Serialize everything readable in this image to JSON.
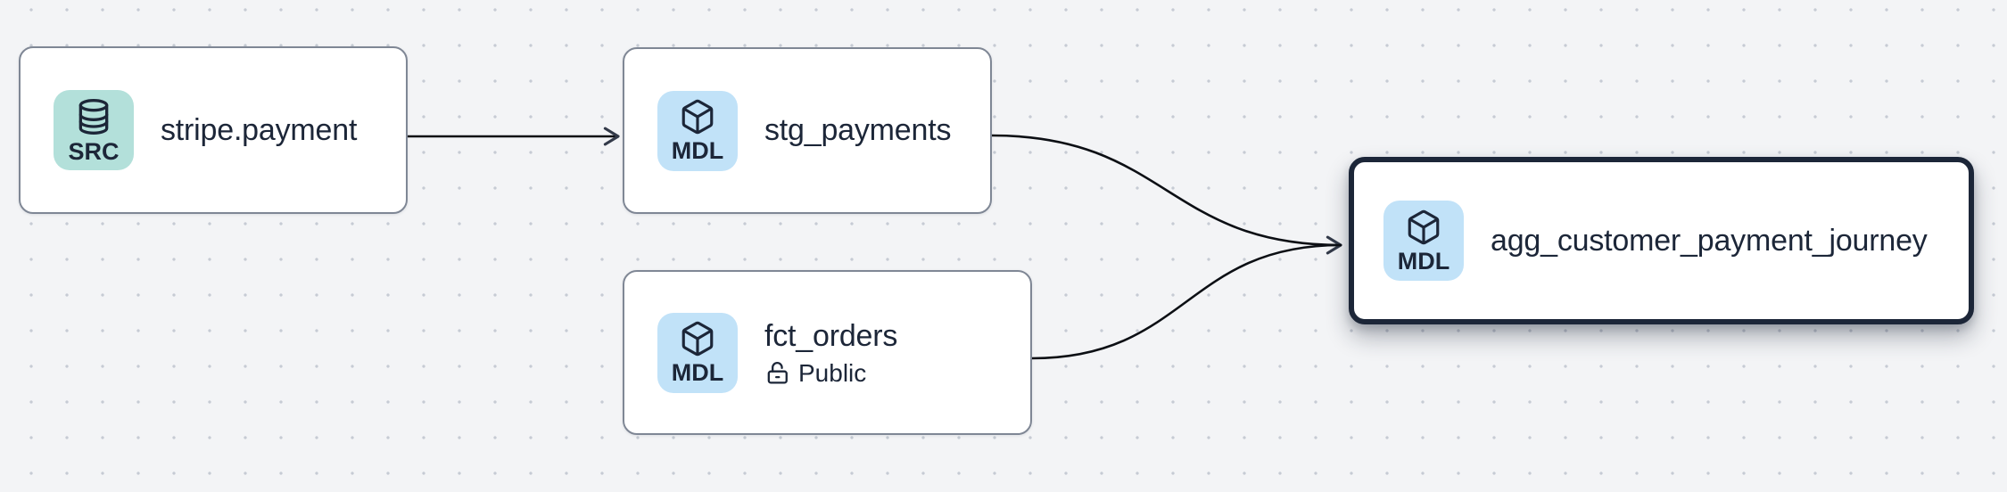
{
  "canvas": {
    "type_label": "lineage-graph",
    "background_color": "#f3f4f6",
    "dot_color": "#c6cbd4",
    "edge_color": "#0c0f14",
    "selection_color": "#1c2638",
    "node_background": "#ffffff"
  },
  "nodes": [
    {
      "id": "stripe.payment",
      "title": "stripe.payment",
      "type": "source",
      "badge": {
        "label": "SRC",
        "icon": "database-icon",
        "color": "#b3e0da"
      },
      "selected": false
    },
    {
      "id": "stg_payments",
      "title": "stg_payments",
      "type": "model",
      "badge": {
        "label": "MDL",
        "icon": "cube-icon",
        "color": "#c1e2f8"
      },
      "selected": false
    },
    {
      "id": "fct_orders",
      "title": "fct_orders",
      "type": "model",
      "badge": {
        "label": "MDL",
        "icon": "cube-icon",
        "color": "#c1e2f8"
      },
      "subtitle": {
        "icon": "lock-open-icon",
        "label": "Public"
      },
      "selected": false
    },
    {
      "id": "agg_customer_payment_journey",
      "title": "agg_customer_payment_journey",
      "type": "model",
      "badge": {
        "label": "MDL",
        "icon": "cube-icon",
        "color": "#c1e2f8"
      },
      "selected": true
    }
  ],
  "edges": [
    {
      "from": "stripe.payment",
      "to": "stg_payments",
      "arrow": true
    },
    {
      "from": "stg_payments",
      "to": "agg_customer_payment_journey",
      "arrow": true
    },
    {
      "from": "fct_orders",
      "to": "agg_customer_payment_journey",
      "arrow": true
    }
  ]
}
